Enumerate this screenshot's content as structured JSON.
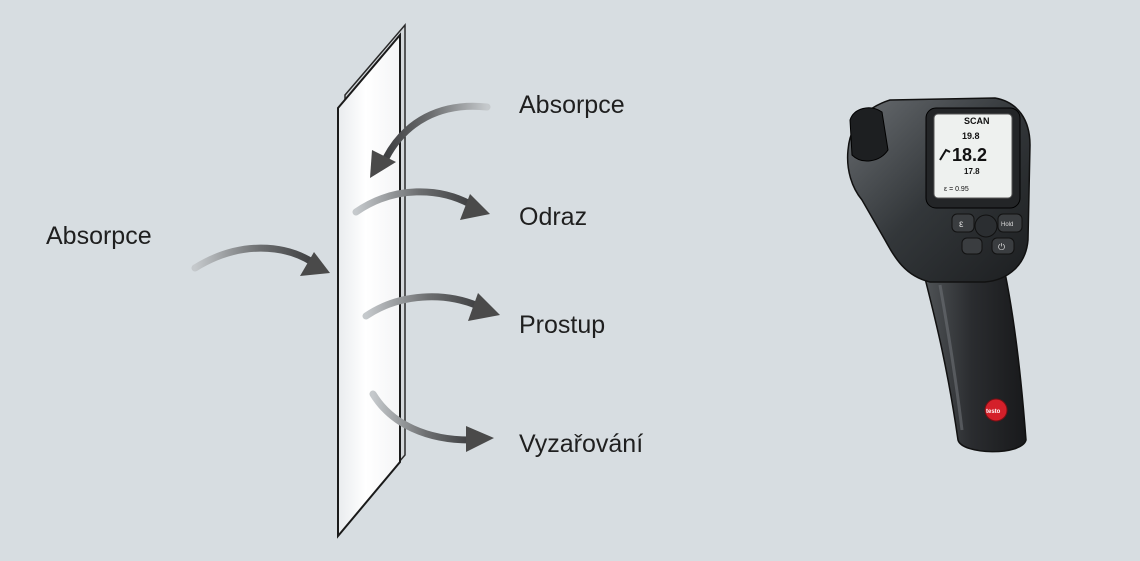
{
  "labels": {
    "absorption_left": "Absorpce",
    "absorption_top": "Absorpce",
    "reflection": "Odraz",
    "transmission": "Prostup",
    "emission": "Vyzařování"
  },
  "device": {
    "mode": "SCAN",
    "main_reading": "18.2",
    "upper_reading": "19.8",
    "lower_reading": "17.8",
    "emissivity": "ε = 0.95",
    "buttons": [
      "ε",
      "Hold",
      "⏻"
    ],
    "brand": "testo"
  },
  "colors": {
    "background": "#d7dde1",
    "arrow": "#4a4a4a",
    "device_body": "#2d3033",
    "brand_red": "#d4202a"
  }
}
